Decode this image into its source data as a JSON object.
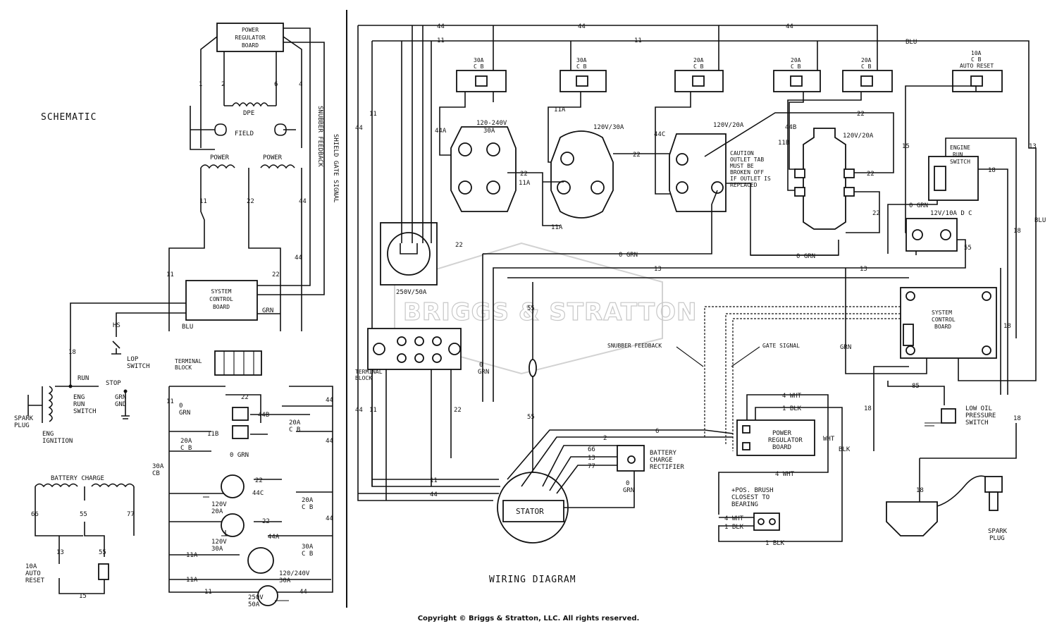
{
  "schematic": {
    "title": "SCHEMATIC",
    "power_regulator_board": [
      "POWER",
      "REGULATOR",
      "BOARD"
    ],
    "dpe": "DPE",
    "field": "FIELD",
    "power_left": "POWER",
    "power_right": "POWER",
    "snubber_feedback": "SNUBBER FEEDBACK",
    "shield_gate_signal": "SHIELD GATE SIGNAL",
    "system_control_board": [
      "SYSTEM",
      "CONTROL",
      "BOARD"
    ],
    "blu": "BLU",
    "grn": "GRN",
    "lop_switch": [
      "LOP",
      "SWITCH"
    ],
    "terminal_block": [
      "TERMINAL",
      "BLOCK"
    ],
    "run": "RUN",
    "stop": "STOP",
    "eng_run_switch": [
      "ENG",
      "RUN",
      "SWITCH"
    ],
    "grn_gnd": [
      "GRN",
      "GND"
    ],
    "spark_plug": [
      "SPARK",
      "PLUG"
    ],
    "eng_ignition": [
      "ENG",
      "IGNITION"
    ],
    "battery_charge": "BATTERY CHARGE",
    "auto_reset": [
      "10A",
      "AUTO",
      "RESET"
    ],
    "cb_30a": [
      "30A",
      "CB"
    ],
    "cb_20a": [
      "20A",
      "C B"
    ],
    "cb_30a_b": [
      "30A",
      "C B"
    ],
    "recept_120_20": [
      "120V",
      "20A"
    ],
    "recept_120_30": [
      "120V",
      "30A"
    ],
    "recept_120_240": [
      "120/240V",
      "30A"
    ],
    "recept_250": [
      "250V",
      "50A"
    ],
    "wires": [
      "1",
      "2",
      "6",
      "4",
      "11",
      "22",
      "44",
      "44",
      "11",
      "22",
      "22",
      "44B",
      "11B",
      "44C",
      "22",
      "44A",
      "11A",
      "11A",
      "11",
      "44",
      "18",
      "HS",
      "66",
      "55",
      "77",
      "13",
      "15",
      "55",
      "0 GRN",
      "GRN"
    ]
  },
  "wiring": {
    "title": "WIRING DIAGRAM",
    "breakers": [
      {
        "rating": "30A",
        "type": "C B"
      },
      {
        "rating": "30A",
        "type": "C B"
      },
      {
        "rating": "20A",
        "type": "C B"
      },
      {
        "rating": "20A",
        "type": "C B"
      },
      {
        "rating": "20A",
        "type": "C B"
      },
      {
        "rating": "10A",
        "type": "C B",
        "extra": "AUTO RESET"
      }
    ],
    "outlet_120_240": [
      "120-240V",
      "30A"
    ],
    "outlet_120_30": "120V/30A",
    "outlet_120_20a": "120V/20A",
    "outlet_120_20b": "120V/20A",
    "outlet_250": "250V/50A",
    "caution": [
      "CAUTION",
      "OUTLET TAB",
      "MUST BE",
      "BROKEN OFF",
      "IF OUTLET IS",
      "REPLACED"
    ],
    "engine_run_switch": [
      "ENGINE",
      "RUN",
      "SWITCH"
    ],
    "dc_outlet": "12V/10A D C",
    "system_control_board": [
      "SYSTEM",
      "CONTROL",
      "BOARD"
    ],
    "snubber_feedback": "SNUBBER FEEDBACK",
    "gate_signal": "GATE SIGNAL",
    "terminal_block": [
      "TERMINAL",
      "BLOCK"
    ],
    "power_regulator_board": [
      "POWER",
      "REGULATOR",
      "BOARD"
    ],
    "battery_charge_rectifier": [
      "BATTERY",
      "CHARGE",
      "RECTIFIER"
    ],
    "stator": "STATOR",
    "brush_note": [
      "+POS. BRUSH",
      "CLOSEST TO",
      "BEARING"
    ],
    "low_oil": [
      "LOW OIL",
      "PRESSURE",
      "SWITCH"
    ],
    "spark_plug": [
      "SPARK",
      "PLUG"
    ],
    "wire_labels": [
      "44",
      "11",
      "44",
      "11",
      "44",
      "BLU",
      "44",
      "11",
      "44A",
      "11A",
      "22",
      "11A",
      "22",
      "44C",
      "11B",
      "44B",
      "22",
      "22",
      "22",
      "0 GRN",
      "0 GRN",
      "0 GRN",
      "13",
      "13",
      "15",
      "18",
      "13",
      "BLU",
      "18",
      "18",
      "18",
      "18",
      "55",
      "85",
      "GRN",
      "55",
      "0 GRN",
      "66",
      "13",
      "77",
      "2",
      "6",
      "4 WHT",
      "1 BLK",
      "4 WHT",
      "1 BLK",
      "1 BLK",
      "4 WHT",
      "WHT",
      "BLK",
      "GRN",
      "22",
      "11",
      "44",
      "44",
      "11",
      "22",
      "0 GRN"
    ]
  },
  "watermark": "BRIGGS & STRATTON",
  "copyright": "Copyright © Briggs & Stratton, LLC. All rights reserved."
}
